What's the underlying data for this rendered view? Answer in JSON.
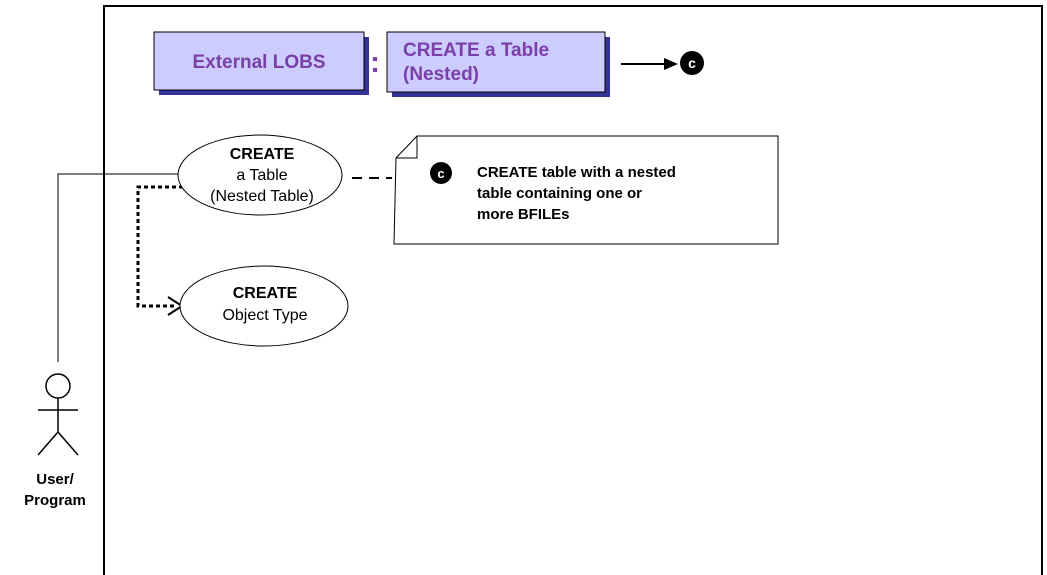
{
  "header": {
    "box1_label": "External LOBS",
    "separator": ":",
    "box2_line1": "CREATE a Table",
    "box2_line2": "(Nested)",
    "marker": "c"
  },
  "use_cases": [
    {
      "line1": "CREATE",
      "line2": "a Table",
      "line3": "(Nested Table)"
    },
    {
      "line1": "CREATE",
      "line2": "Object Type"
    }
  ],
  "note": {
    "marker": "c",
    "lines": [
      "CREATE table with a nested",
      "table containing one or",
      "more BFILEs"
    ]
  },
  "actor": {
    "line1": "User/",
    "line2": "Program"
  },
  "colors": {
    "box_fill": "#ccccff",
    "box_text": "#7a3fa8",
    "stroke": "#000000"
  }
}
